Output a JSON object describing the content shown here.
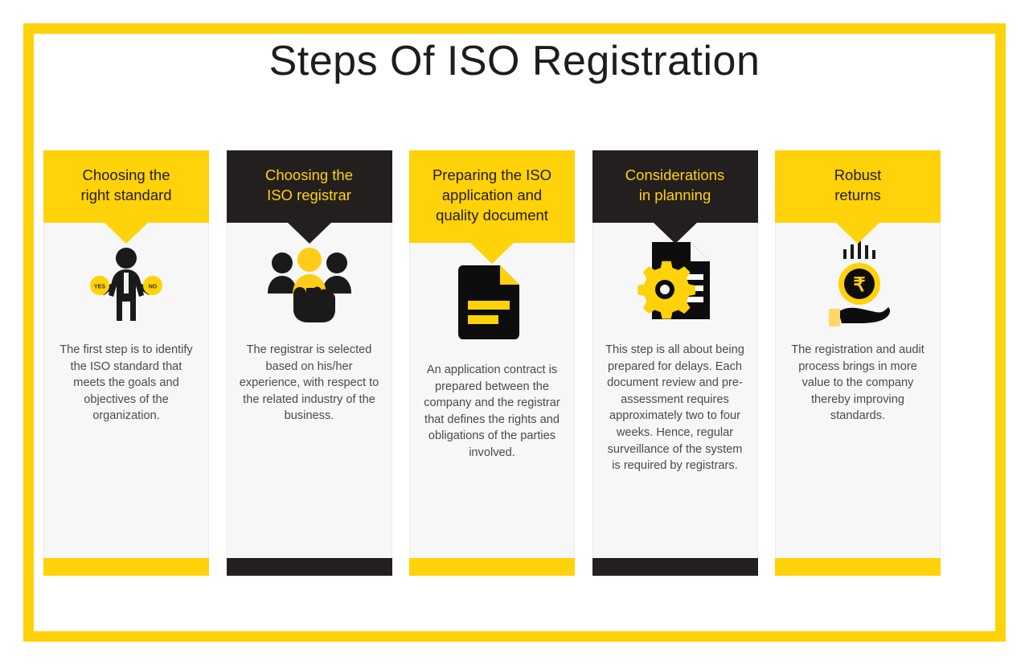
{
  "page": {
    "title": "Steps Of ISO Registration",
    "frame_color": "#FFD20A",
    "background": "#ffffff"
  },
  "colors": {
    "accent_yellow": "#FFD20A",
    "dark": "#231F1E",
    "card_body": "#F7F7F7",
    "body_text": "#4a4a4a",
    "title_text": "#1d1d1d"
  },
  "cards": [
    {
      "theme": "light",
      "heading": "Choosing the\nright standard",
      "heading_lines": [
        "Choosing the",
        "right standard"
      ],
      "icon": "person-yes-no-icon",
      "icon_labels": [
        "YES",
        "NO"
      ],
      "description": "The first step is to identify the ISO standard that meets the goals and objectives of the organization."
    },
    {
      "theme": "dark",
      "heading": "Choosing the\nISO registrar",
      "heading_lines": [
        "Choosing the",
        "ISO registrar"
      ],
      "icon": "people-selection-hand-icon",
      "icon_labels": [],
      "description": "The registrar is selected based on his/her experience, with respect to the related industry of the business."
    },
    {
      "theme": "light",
      "heading": "Preparing the ISO\napplication and\nquality document",
      "heading_lines": [
        "Preparing the ISO",
        "application and",
        "quality document"
      ],
      "icon": "document-icon",
      "icon_labels": [],
      "description": "An application contract is prepared between the company and the registrar that defines the rights and obligations of the parties involved."
    },
    {
      "theme": "dark",
      "heading": "Considerations\nin planning",
      "heading_lines": [
        "Considerations",
        "in planning"
      ],
      "icon": "document-gear-icon",
      "icon_labels": [],
      "description": "This step is all about being prepared for delays. Each document review and pre-assessment requires approximately two to four weeks. Hence, regular surveillance of the system is required by registrars."
    },
    {
      "theme": "light",
      "heading": "Robust\nreturns",
      "heading_lines": [
        "Robust",
        "returns"
      ],
      "icon": "rupee-coin-hand-growth-icon",
      "icon_labels": [
        "₹"
      ],
      "description": "The registration and audit process brings in more value to the company thereby improving standards."
    }
  ]
}
